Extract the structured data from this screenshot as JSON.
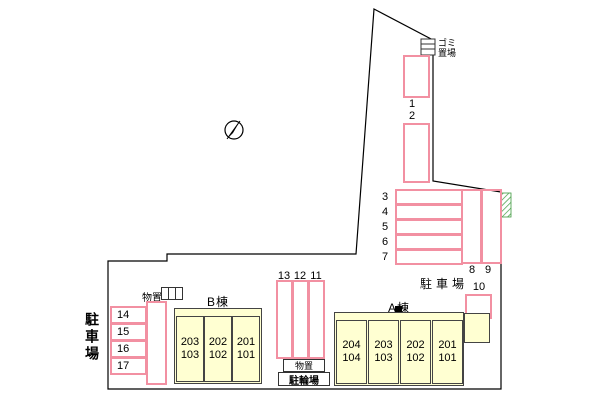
{
  "labels": {
    "garbage": "ゴミ置場",
    "parking_right": "駐車場",
    "parking_left": "駐車場",
    "storage_b": "物置",
    "storage_mid": "物置",
    "bicycle": "駐輪場"
  },
  "spaces": {
    "numbers": [
      "1",
      "2",
      "3",
      "4",
      "5",
      "6",
      "7",
      "8",
      "9",
      "10",
      "11",
      "12",
      "13",
      "14",
      "15",
      "16",
      "17"
    ]
  },
  "buildings": {
    "b": {
      "label": "B棟",
      "units": [
        {
          "upper": "203",
          "lower": "103"
        },
        {
          "upper": "202",
          "lower": "102"
        },
        {
          "upper": "201",
          "lower": "101"
        }
      ]
    },
    "a": {
      "label": "A棟",
      "units": [
        {
          "upper": "204",
          "lower": "104"
        },
        {
          "upper": "203",
          "lower": "103"
        },
        {
          "upper": "202",
          "lower": "102"
        },
        {
          "upper": "201",
          "lower": "101"
        }
      ]
    }
  },
  "colors": {
    "parking_border": "#f290a2",
    "building_fill": "#ffffd2",
    "building_border": "#444444",
    "boundary": "#000000",
    "greenery": "#3f9a3f"
  }
}
